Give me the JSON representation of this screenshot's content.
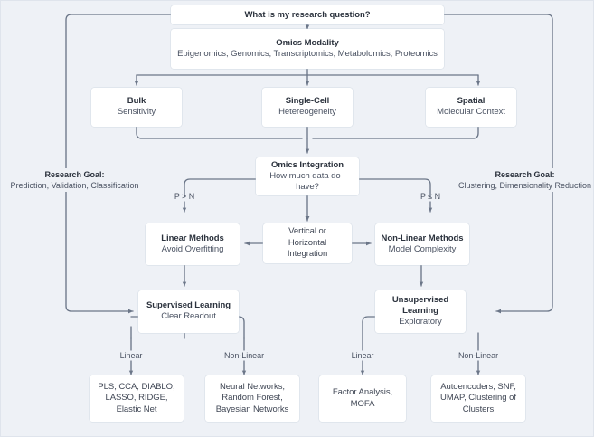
{
  "diagram": {
    "title_node": {
      "title": "What is my research question?"
    },
    "modality_node": {
      "title": "Omics Modality",
      "subtitle": "Epigenomics, Genomics, Transcriptomics, Metabolomics, Proteomics"
    },
    "modalities": [
      {
        "title": "Bulk",
        "subtitle": "Sensitivity"
      },
      {
        "title": "Single-Cell",
        "subtitle": "Hetereogeneity"
      },
      {
        "title": "Spatial",
        "subtitle": "Molecular Context"
      }
    ],
    "integration_node": {
      "title": "Omics Integration",
      "subtitle": "How much data do I have?"
    },
    "integration_mode_node": {
      "subtitle": "Vertical or Horizontal Integration"
    },
    "branch_labels": {
      "left": "P > N",
      "right": "P ≤ N"
    },
    "methods": [
      {
        "title": "Linear Methods",
        "subtitle": "Avoid Overfitting"
      },
      {
        "title": "Non-Linear Methods",
        "subtitle": "Model Complexity"
      }
    ],
    "learning": [
      {
        "title": "Supervised Learning",
        "subtitle": "Clear Readout"
      },
      {
        "title": "Unsupervised Learning",
        "subtitle": "Exploratory"
      }
    ],
    "goals": {
      "left": {
        "title": "Research Goal:",
        "subtitle": "Prediction, Validation, Classification"
      },
      "right": {
        "title": "Research Goal:",
        "subtitle": "Clustering, Dimensionality Reduction"
      }
    },
    "leaf_labels": [
      "Linear",
      "Non-Linear",
      "Linear",
      "Non-Linear"
    ],
    "leaves": [
      {
        "subtitle": "PLS, CCA, DIABLO, LASSO, RIDGE, Elastic Net"
      },
      {
        "subtitle": "Neural Networks, Random Forest, Bayesian Networks"
      },
      {
        "subtitle": "Factor Analysis, MOFA"
      },
      {
        "subtitle": "Autoencoders, SNF, UMAP, Clustering of Clusters"
      }
    ],
    "colors": {
      "background": "#eef1f6",
      "node_fill": "#ffffff",
      "wire": "#6b7688",
      "title_text": "#2b323d",
      "body_text": "#4a5262"
    }
  }
}
